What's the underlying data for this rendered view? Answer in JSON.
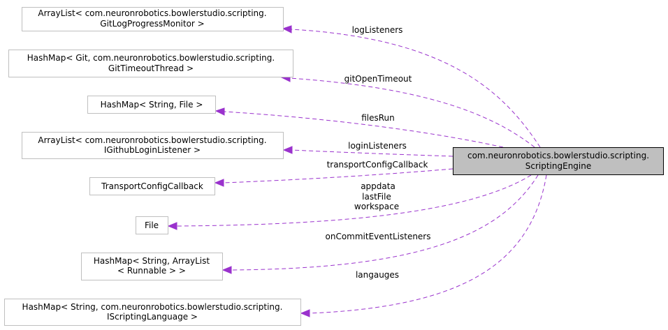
{
  "main_node": {
    "line1": "com.neuronrobotics.bowlerstudio.scripting.",
    "line2": "ScriptingEngine"
  },
  "nodes": [
    {
      "id": "n1",
      "line1": "ArrayList< com.neuronrobotics.bowlerstudio.scripting.",
      "line2": "GitLogProgressMonitor >"
    },
    {
      "id": "n2",
      "line1": "HashMap< Git, com.neuronrobotics.bowlerstudio.scripting.",
      "line2": "GitTimeoutThread >"
    },
    {
      "id": "n3",
      "line1": "HashMap< String, File >",
      "line2": ""
    },
    {
      "id": "n4",
      "line1": "ArrayList< com.neuronrobotics.bowlerstudio.scripting.",
      "line2": "IGithubLoginListener >"
    },
    {
      "id": "n5",
      "line1": "TransportConfigCallback",
      "line2": ""
    },
    {
      "id": "n6",
      "line1": "File",
      "line2": ""
    },
    {
      "id": "n7",
      "line1": "HashMap< String, ArrayList",
      "line2": "< Runnable > >"
    },
    {
      "id": "n8",
      "line1": "HashMap< String, com.neuronrobotics.bowlerstudio.scripting.",
      "line2": "IScriptingLanguage >"
    }
  ],
  "edges": [
    {
      "to": "n1",
      "labels": [
        "logListeners"
      ]
    },
    {
      "to": "n2",
      "labels": [
        "gitOpenTimeout"
      ]
    },
    {
      "to": "n3",
      "labels": [
        "filesRun"
      ]
    },
    {
      "to": "n4",
      "labels": [
        "loginListeners"
      ]
    },
    {
      "to": "n5",
      "labels": [
        "transportConfigCallback"
      ]
    },
    {
      "to": "n6",
      "labels": [
        "appdata",
        "lastFile",
        "workspace"
      ]
    },
    {
      "to": "n7",
      "labels": [
        "onCommitEventListeners"
      ]
    },
    {
      "to": "n8",
      "labels": [
        "langauges"
      ]
    }
  ],
  "colors": {
    "edge": "#9a32cd",
    "main_fill": "#bfbfbf",
    "node_border": "#bfbfbf"
  }
}
